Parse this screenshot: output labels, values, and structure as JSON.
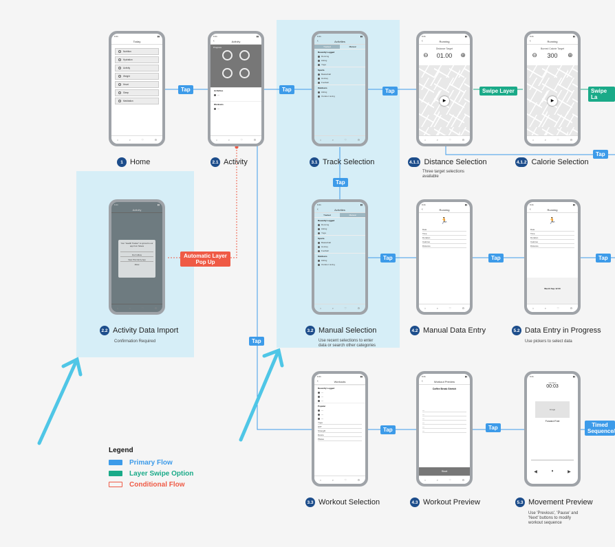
{
  "screens": {
    "home": {
      "badge": "1",
      "name": "Home",
      "phone_title": "Today",
      "items": [
        "Nutrition",
        "Hydration",
        "Activity",
        "Weight",
        "Heart",
        "Sleep",
        "Meditation"
      ]
    },
    "activity": {
      "badge": "2.1",
      "name": "Activity",
      "phone_title": "Activity",
      "progress": "Progress",
      "activities": "Activities",
      "workouts": "Workouts"
    },
    "track": {
      "badge": "3.1",
      "name": "Track Selection",
      "phone_title": "Activities",
      "tabs": [
        "Tracked",
        "Manual"
      ],
      "recent": "Recently Logged",
      "items": [
        "Running",
        "Hiking",
        "Yoga"
      ],
      "sports": "Sports",
      "sport_items": [
        "Basketball",
        "Hockey",
        "Football"
      ],
      "outdoors": "Outdoors",
      "outdoor_items": [
        "Hiking",
        "Outdoor racing",
        "Climbing"
      ]
    },
    "distance": {
      "badge": "4.1.1",
      "name": "Distance Selection",
      "phone_title": "Running",
      "target": "Distance Target",
      "value": "01.00",
      "sub": "Three target selections available"
    },
    "calorie": {
      "badge": "4.1.2",
      "name": "Calorie Selection",
      "phone_title": "Running",
      "target": "Burned Calorie Target",
      "value": "300"
    },
    "import": {
      "badge": "2.2",
      "name": "Activity Data Import",
      "phone_title": "Activity",
      "sub": "Confirmation Required",
      "dialog": "Your \"Health Tracker\" is synced to our app from Strava",
      "btns": [
        "Don't Allow",
        "View Prior Entry App",
        "Allow"
      ]
    },
    "manual": {
      "badge": "3.2",
      "name": "Manual Selection",
      "phone_title": "Activities",
      "sub": "Use recent selections to enter data or search other categories"
    },
    "entry": {
      "badge": "4.2",
      "name": "Manual Data Entry",
      "phone_title": "Running",
      "fields": [
        "Date",
        "Time",
        "Duration",
        "Calories",
        "Distance"
      ]
    },
    "progress": {
      "badge": "5.2",
      "name": "Data Entry in Progress",
      "phone_title": "Running",
      "sub": "Use pickers to select data",
      "pickers": [
        "Wed 9 Sep   12   00"
      ]
    },
    "workout_sel": {
      "badge": "3.3",
      "name": "Workout Selection",
      "phone_title": "Workouts",
      "recent": "Recently Logged",
      "popular": "Popular",
      "rows": [
        "Yoga",
        "HIIT",
        "Strength",
        "Dance",
        "Pilates"
      ]
    },
    "workout_prev": {
      "badge": "4.3",
      "name": "Workout Preview",
      "phone_title": "Workout Preview",
      "heading": "Coffee Break Stretch",
      "start": "Start"
    },
    "movement": {
      "badge": "5.3",
      "name": "Movement Preview",
      "sub": "Use 'Previous', 'Pause' and 'Next' buttons to modify workout sequence",
      "up_next": "Up Next",
      "timer": "00:03",
      "image": "Image",
      "move": "Forward Fold"
    }
  },
  "tags": {
    "tap": "Tap",
    "swipe": "Swipe Layer",
    "swipe_cut": "Swipe La",
    "auto": "Automatic Layer Pop Up",
    "timed": "Timed Sequence/"
  },
  "legend": {
    "title": "Legend",
    "items": [
      {
        "label": "Primary Flow",
        "color": "#3d9be9"
      },
      {
        "label": "Layer Swipe Option",
        "color": "#1aaa88"
      },
      {
        "label": "Conditional Flow",
        "color": "#ef5a45"
      }
    ]
  },
  "colors": {
    "primary": "#3d9be9",
    "swipe": "#1aaa88",
    "conditional": "#ef5a45",
    "highlight": "#d6eef7",
    "badge": "#1d4d8b",
    "arrow": "#4fc6e6"
  }
}
